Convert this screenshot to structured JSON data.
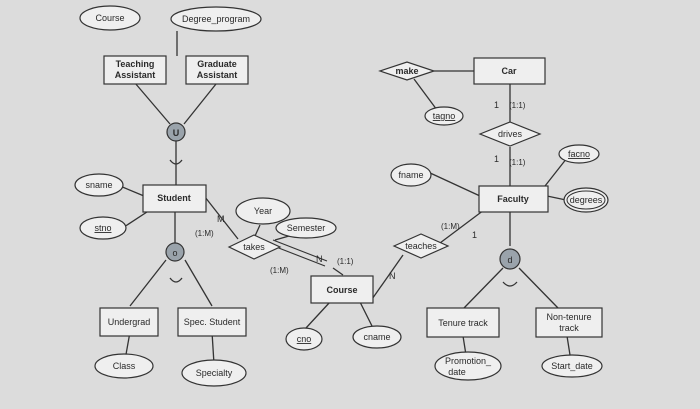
{
  "title": "",
  "colors": {
    "background": "#dcdcdc",
    "shape_fill": "#efefef",
    "disjoint_circle": "#9aa3ab",
    "stroke": "#333333"
  },
  "entities": {
    "teaching_assistant": [
      "Teaching",
      "Assistant"
    ],
    "graduate_assistant": [
      "Graduate",
      "Assistant"
    ],
    "student": "Student",
    "undergrad": "Undergrad",
    "spec_student": "Spec. Student",
    "course": "Course",
    "car": "Car",
    "faculty": "Faculty",
    "tenure_track": "Tenure track",
    "non_tenure_track": [
      "Non-tenure",
      "track"
    ]
  },
  "attributes": {
    "course_top": "Course",
    "degree_program": "Degree_program",
    "sname": "sname",
    "stno": "stno",
    "year": "Year",
    "semester": "Semester",
    "cno": "cno",
    "cname": "cname",
    "class": "Class",
    "specialty": "Specialty",
    "tagno": "tagno",
    "fname": "fname",
    "facno": "facno",
    "degrees": "degrees",
    "promotion_date": [
      "Promotion_",
      "date"
    ],
    "start_date": "Start_date"
  },
  "relationships": {
    "make": "make",
    "drives": "drives",
    "takes": "takes",
    "teaches": "teaches"
  },
  "specialization": {
    "union": "U",
    "overlap": "o",
    "disjoint": "d"
  },
  "cardinalities": {
    "takes_student": "M",
    "takes_student_ratio": "(1:M)",
    "takes_course": "N",
    "takes_course_ratio": "(1:M)",
    "teaches_course": "N",
    "teaches_course_ratio": "(1:1)",
    "teaches_faculty": "1",
    "teaches_faculty_ratio": "(1:M)",
    "drives_car": "1",
    "drives_car_ratio": "(1:1)",
    "drives_faculty": "1",
    "drives_faculty_ratio": "(1:1)"
  }
}
